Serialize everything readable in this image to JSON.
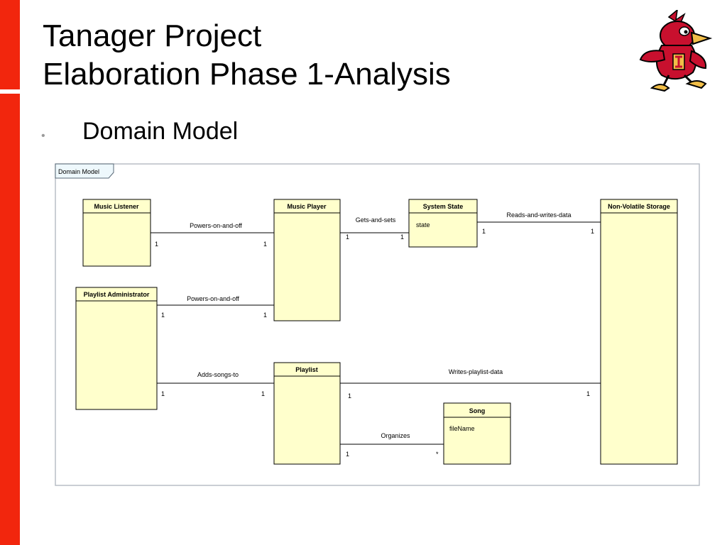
{
  "slide": {
    "title_line1": "Tanager Project",
    "title_line2": "Elaboration Phase 1-Analysis",
    "bullet": "Domain Model"
  },
  "mascot": {
    "icon": "cardinal-mascot-icon"
  },
  "diagram": {
    "frame_label": "Domain Model",
    "classes": {
      "music_listener": {
        "name": "Music Listener"
      },
      "music_player": {
        "name": "Music Player"
      },
      "system_state": {
        "name": "System State",
        "attribute": "state"
      },
      "non_volatile_storage": {
        "name": "Non-Volatile Storage"
      },
      "playlist_administrator": {
        "name": "Playlist Administrator"
      },
      "playlist": {
        "name": "Playlist"
      },
      "song": {
        "name": "Song",
        "attribute": "fileName"
      }
    },
    "associations": {
      "listener_player": {
        "label": "Powers-on-and-off",
        "from_mult": "1",
        "to_mult": "1"
      },
      "player_state": {
        "label": "Gets-and-sets",
        "from_mult": "1",
        "to_mult": "1"
      },
      "state_storage": {
        "label": "Reads-and-writes-data",
        "from_mult": "1",
        "to_mult": "1"
      },
      "admin_player": {
        "label": "Powers-on-and-off",
        "from_mult": "1",
        "to_mult": "1"
      },
      "admin_playlist": {
        "label": "Adds-songs-to",
        "from_mult": "1",
        "to_mult": "1"
      },
      "playlist_storage": {
        "label": "Writes-playlist-data",
        "from_mult": "1",
        "to_mult": "1"
      },
      "playlist_song": {
        "label": "Organizes",
        "from_mult": "1",
        "to_mult": "*"
      }
    }
  }
}
